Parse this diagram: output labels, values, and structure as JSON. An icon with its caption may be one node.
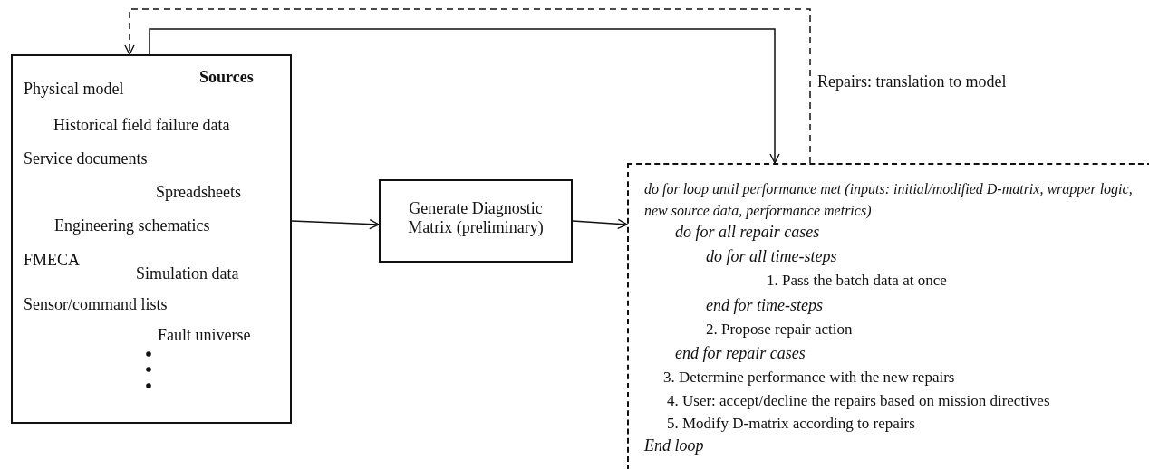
{
  "diagram": {
    "nodes": [
      {
        "text": [
          "Sources",
          "Physical model",
          "Historical field failure data",
          "Service documents",
          "Spreadsheets",
          "Engineering schematics",
          "FMECA",
          "Simulation data",
          "Sensor/command lists",
          "Fault universe"
        ]
      },
      {
        "text": [
          "Generate Diagnostic Matrix (preliminary)"
        ]
      },
      {
        "text": [
          "do for loop until performance met (inputs: initial/modified D-matrix, wrapper logic, new source data, performance metrics)",
          "do for all repair cases",
          "do for all time-steps",
          "1. Pass the batch data at once",
          "end for time-steps",
          "2. Propose repair action",
          "end for repair cases",
          "3. Determine performance with the new repairs",
          "4. User: accept/decline the repairs based on mission directives",
          "5. Modify D-matrix according to repairs",
          "End loop"
        ]
      }
    ],
    "edges": [
      {
        "from": 0,
        "to": 1,
        "arrow": "to"
      },
      {
        "from": 1,
        "to": 2,
        "arrow": "to"
      },
      {
        "from": 0,
        "to": 2,
        "arrow": "to"
      },
      {
        "from": 2,
        "to": 0,
        "arrow": "to",
        "style": "dashed",
        "label": "Repairs: translation to model"
      }
    ]
  }
}
